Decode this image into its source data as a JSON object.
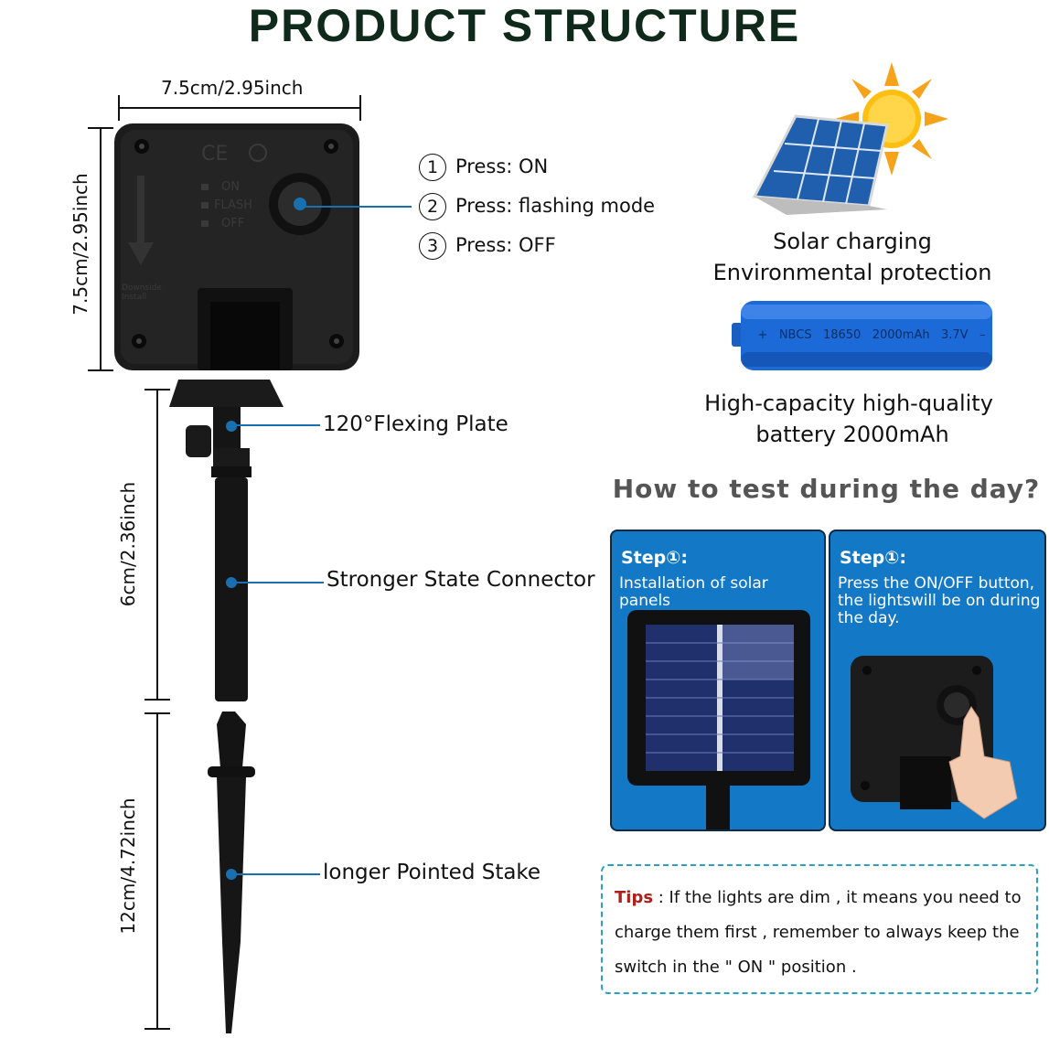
{
  "title": "PRODUCT STRUCTURE",
  "dimensions": {
    "width_top": "7.5cm/2.95inch",
    "height_box": "7.5cm/2.95inch",
    "connector": "6cm/2.36inch",
    "stake": "12cm/4.72inch"
  },
  "box_labels": {
    "on": "ON",
    "flash": "FLASH",
    "off": "OFF",
    "install": "Downside Install"
  },
  "press_steps": [
    {
      "num": "1",
      "text": "Press: ON"
    },
    {
      "num": "2",
      "text": "Press: flashing mode"
    },
    {
      "num": "3",
      "text": "Press: OFF"
    }
  ],
  "parts": {
    "plate": "120°Flexing Plate",
    "connector": "Stronger State Connector",
    "stake": "longer Pointed Stake"
  },
  "solar": {
    "line1": "Solar charging",
    "line2": "Environmental protection"
  },
  "battery": {
    "label": "+   NBCS   18650   2000mAh   3.7V   –",
    "line1": "High-capacity high-quality",
    "line2": "battery 2000mAh"
  },
  "how_title": "How to test during the day?",
  "panels": [
    {
      "step": "Step①:",
      "desc": "Installation of solar panels"
    },
    {
      "step": "Step①:",
      "desc": "Press the ON/OFF button, the lightswill be on during the day."
    }
  ],
  "tips": {
    "label": "Tips",
    "text": " : If the lights are dim , it means you need to charge them first , remember to always keep the switch in the \" ON \" position ."
  },
  "colors": {
    "title": "#0f2a1a",
    "accent_blue": "#1a6fb0",
    "panel_bg": "#1378c6",
    "tips_label": "#b0201a",
    "tips_border": "#2aa0c0"
  }
}
